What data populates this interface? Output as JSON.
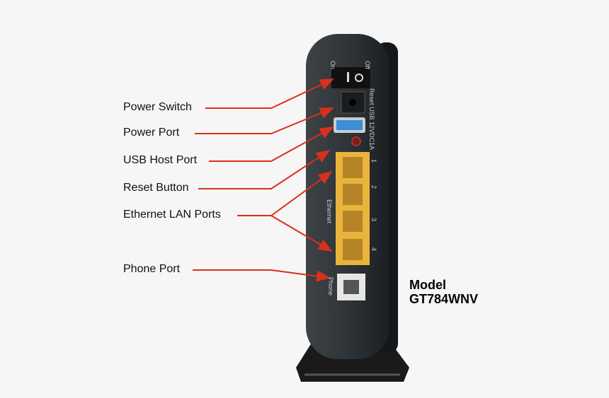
{
  "labels": {
    "power_switch": "Power Switch",
    "power_port": "Power Port",
    "usb_host_port": "USB Host Port",
    "reset_button": "Reset Button",
    "ethernet_lan_ports": "Ethernet LAN Ports",
    "phone_port": "Phone Port"
  },
  "model": {
    "line1": "Model",
    "line2": "GT784WNV"
  },
  "device_text": {
    "on": "On",
    "off": "Off",
    "side": "Reset USB 12VDC1A",
    "ethernet": "Ethernet",
    "port1": "1",
    "port2": "2",
    "port3": "3",
    "port4": "4",
    "phone": "Phone"
  },
  "colors": {
    "arrow": "#d9301c",
    "ethernet": "#e8b43c",
    "usb": "#3a8fd8",
    "body": "#2d3236"
  }
}
